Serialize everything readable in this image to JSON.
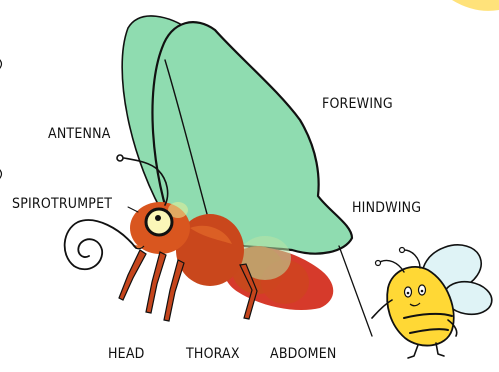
{
  "diagram": {
    "labels": {
      "antenna": "ANTENNA",
      "spirotrumpet": "SPIROTRUMPET",
      "forewing": "FOREWING",
      "hindwing": "HINDWING",
      "head": "HEAD",
      "thorax": "THORAX",
      "abdomen": "ABDOMEN"
    }
  },
  "colors": {
    "wing": "#8fdcb0",
    "head": "#d9561f",
    "thorax": "#c9471c",
    "abdomen": "#d63a2b",
    "bee_body": "#ffd835",
    "bee_wing": "#dff3f6",
    "corner_accent": "#ffe27a"
  }
}
